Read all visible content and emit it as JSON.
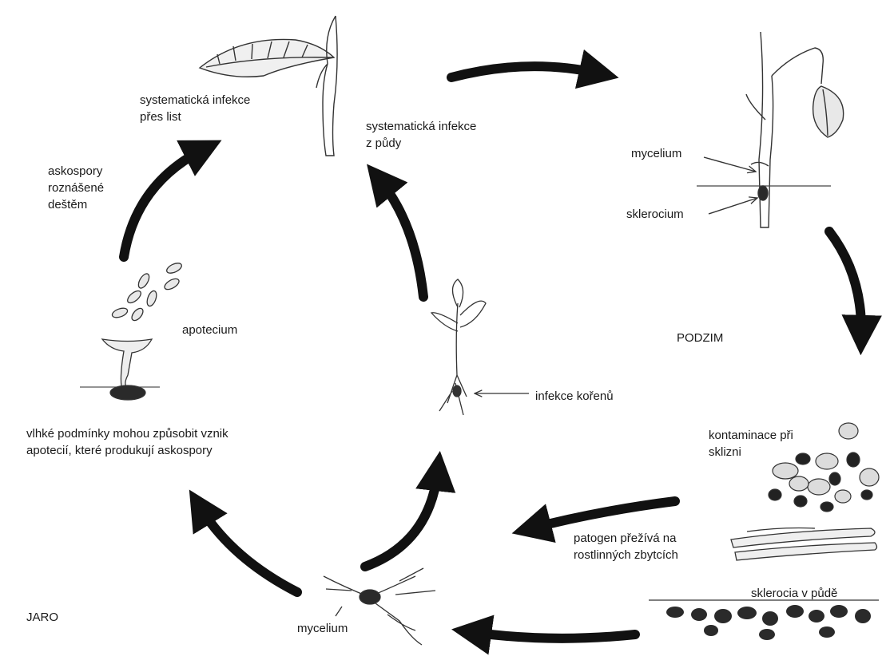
{
  "colors": {
    "ink": "#111111",
    "stroke": "#333333",
    "sclerotia": "#2a2a2a",
    "ground": "#555555"
  },
  "labels": {
    "leaf_infection": "systematická infekce\npřes list",
    "soil_infection": "systematická infekce\n z půdy",
    "mycelium_stem": "mycelium",
    "sclerocium_stem": "sklerocium",
    "autumn": "PODZIM",
    "harvest": "kontaminace při\nsklizni",
    "residue": "patogen přežívá na\nrostlinných zbytcích",
    "soil_sclerotia": "sklerocia v půdě",
    "mycelium_bottom": "mycelium",
    "spring": "JARO",
    "humid": "vlhké podmínky mohou způsobit vznik\napotecií, které produkují askospory",
    "apothecium": "apotecium",
    "ascospores": "askospory\nroznášené\ndeštěm",
    "root_infection": "infekce kořenů"
  },
  "icons": [
    "leaf-stem-icon",
    "diseased-stem-icon",
    "apothecium-icon",
    "seedling-icon",
    "seeds-icon",
    "plant-debris-icon",
    "soil-sclerotia-icon",
    "mycelium-icon",
    "cycle-arrow-icon"
  ]
}
